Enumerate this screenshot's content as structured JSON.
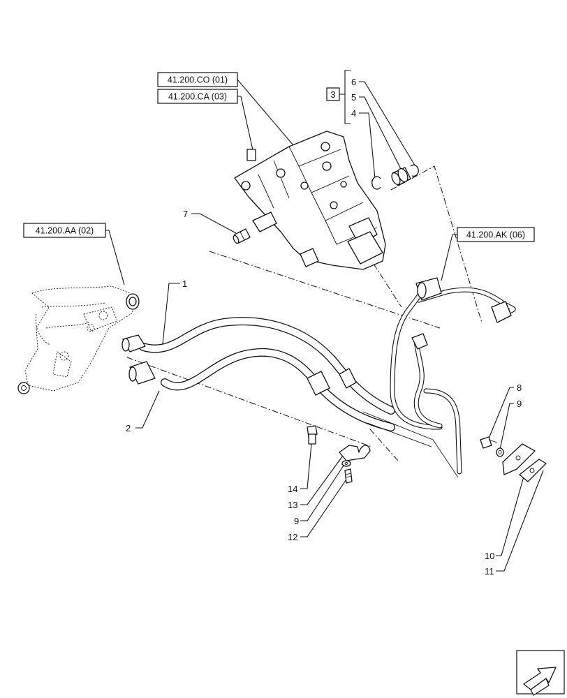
{
  "refs": {
    "co": "41.200.CO (01)",
    "ca": "41.200.CA (03)",
    "aa": "41.200.AA (02)",
    "ak": "41.200.AK (06)",
    "kit": "3"
  },
  "callouts": {
    "c1": "1",
    "c2": "2",
    "c4": "4",
    "c5": "5",
    "c6": "6",
    "c7": "7",
    "c8": "8",
    "c9a": "9",
    "c9b": "9",
    "c10": "10",
    "c11": "11",
    "c12": "12",
    "c13": "13",
    "c14": "14"
  },
  "icons": {
    "corner": "arrow-navigation-icon"
  }
}
